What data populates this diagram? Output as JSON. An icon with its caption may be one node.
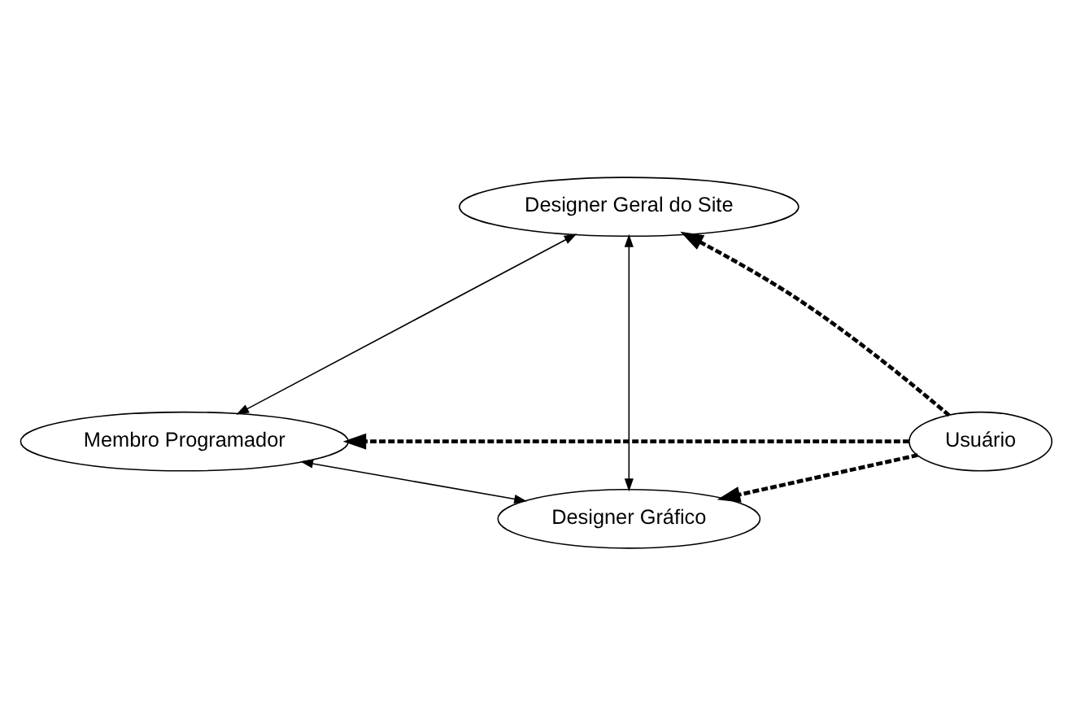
{
  "diagram": {
    "nodes": [
      {
        "text": [
          "Designer Geral do Site"
        ]
      },
      {
        "text": [
          "Membro Programador"
        ]
      },
      {
        "text": [
          "Usuário"
        ]
      },
      {
        "text": [
          "Designer Gráfico"
        ]
      }
    ],
    "edges": [
      {
        "from": 0,
        "to": 1,
        "arrow": "both"
      },
      {
        "from": 0,
        "to": 3,
        "arrow": "both"
      },
      {
        "from": 3,
        "to": 1,
        "arrow": "both"
      },
      {
        "from": 2,
        "to": 0,
        "arrow": "to",
        "style": "dashed"
      },
      {
        "from": 2,
        "to": 1,
        "arrow": "to",
        "style": "dashed"
      },
      {
        "from": 2,
        "to": 3,
        "arrow": "to",
        "style": "dashed"
      }
    ]
  }
}
